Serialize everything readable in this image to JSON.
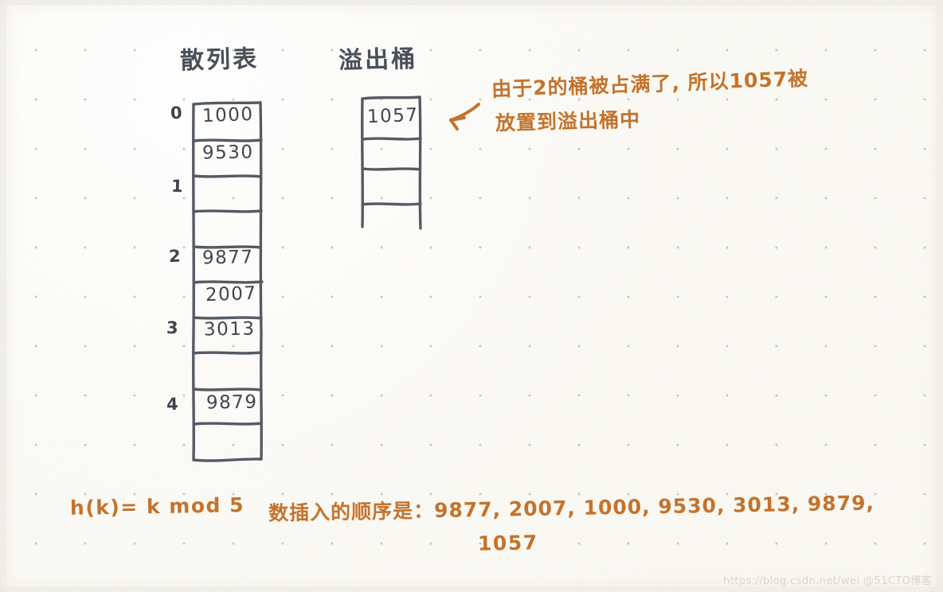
{
  "titles": {
    "hash_table": "散列表",
    "overflow_bucket": "溢出桶"
  },
  "hash_table": {
    "row_labels": [
      "0",
      "1",
      "2",
      "3",
      "4"
    ],
    "slots": [
      {
        "index": "0",
        "a": "1000",
        "b": "9530"
      },
      {
        "index": "1",
        "a": "",
        "b": ""
      },
      {
        "index": "2",
        "a": "9877",
        "b": "2007"
      },
      {
        "index": "3",
        "a": "3013",
        "b": ""
      },
      {
        "index": "4",
        "a": "9879",
        "b": ""
      }
    ]
  },
  "overflow_bucket": {
    "cells": [
      "1057",
      "",
      "",
      ""
    ]
  },
  "annotation": {
    "line1": "由于2的桶被占满了, 所以1057被",
    "line2": "放置到溢出桶中",
    "arrow": "arrow-down-left"
  },
  "footer": {
    "formula": "h(k)= k mod 5",
    "sequence_line1": "数插入的顺序是：9877, 2007, 1000, 9530, 3013, 9879,",
    "sequence_line2": "1057"
  },
  "watermark": "https://blog.csdn.net/wei  @51CTO博客",
  "colors": {
    "ink": "#4a5058",
    "accent": "#c4732c",
    "paper": "#faf9f4",
    "dot": "#b9b9b5"
  }
}
